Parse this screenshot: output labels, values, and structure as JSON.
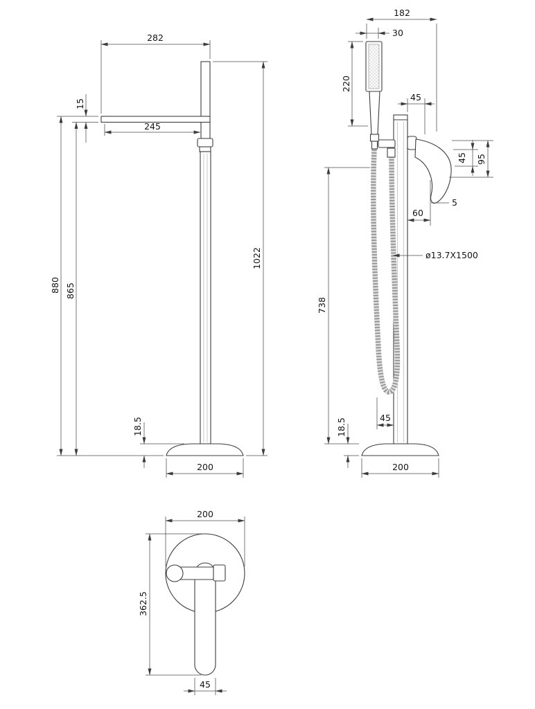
{
  "style": {
    "ink": "#3c3c3c",
    "background": "#ffffff"
  },
  "side_view": {
    "spout_overall": "282",
    "spout_thickness": "15",
    "spout_reach": "245",
    "height_to_spout_top": "880",
    "height_to_spout_underside": "865",
    "overall_height": "1022",
    "base_thickness": "18.5",
    "base_width": "200"
  },
  "front_view": {
    "overall_width": "182",
    "handset_width": "30",
    "handset_length": "220",
    "top_offset": "45",
    "handle_drop": "45",
    "handle_height": "95",
    "handle_clearance": "5",
    "handle_projection": "60",
    "hose_size": "ø13.7X1500",
    "hose_drop": "738",
    "base_thickness": "18.5",
    "hose_offset": "45",
    "base_width": "200"
  },
  "top_view": {
    "base_diameter": "200",
    "spout_projection": "362.5",
    "spout_width": "45"
  }
}
